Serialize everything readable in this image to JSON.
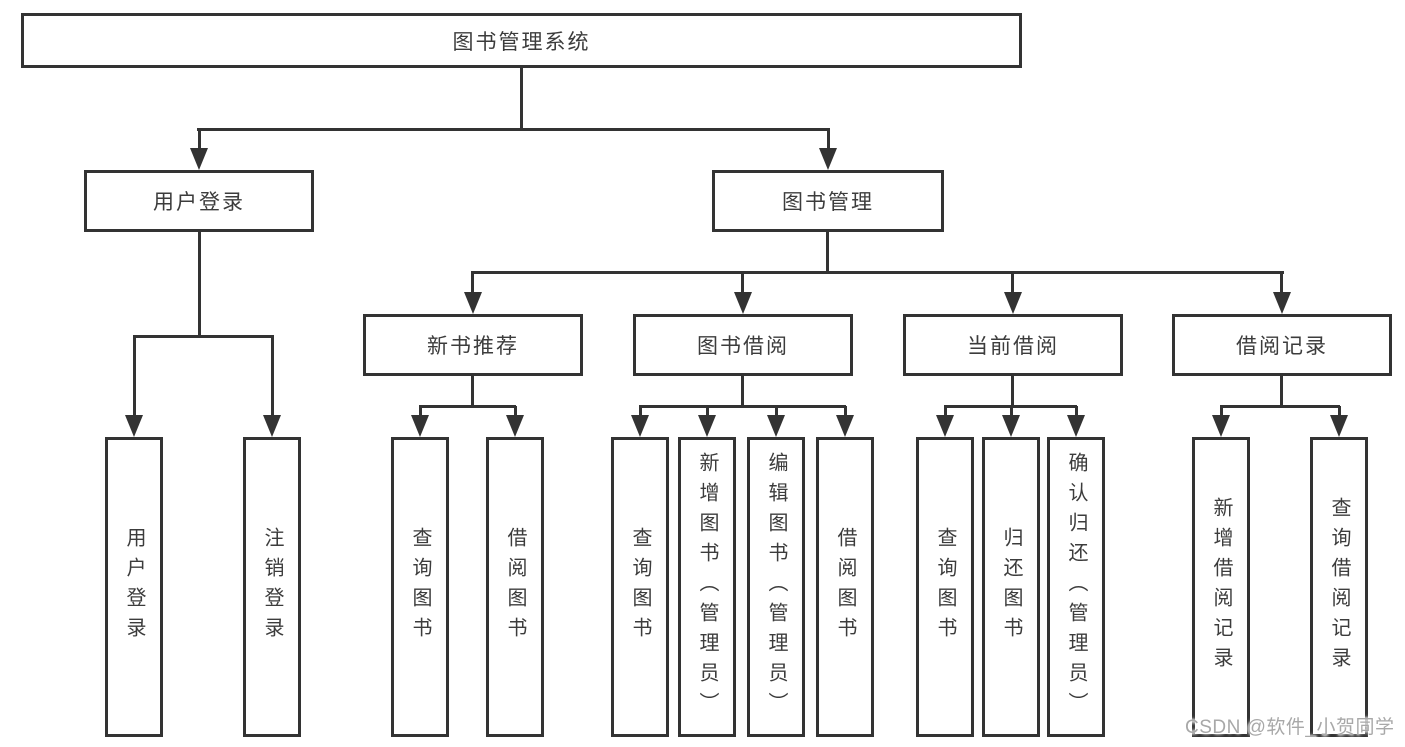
{
  "diagram": {
    "root": {
      "label": "图书管理系统"
    },
    "branches": [
      {
        "label": "用户登录",
        "leaves": [
          {
            "label": "用户登录"
          },
          {
            "label": "注销登录"
          }
        ]
      },
      {
        "label": "图书管理",
        "groups": [
          {
            "label": "新书推荐",
            "leaves": [
              {
                "label": "查询图书"
              },
              {
                "label": "借阅图书"
              }
            ]
          },
          {
            "label": "图书借阅",
            "leaves": [
              {
                "label": "查询图书"
              },
              {
                "label": "新增图书（管理员）"
              },
              {
                "label": "编辑图书（管理员）"
              },
              {
                "label": "借阅图书"
              }
            ]
          },
          {
            "label": "当前借阅",
            "leaves": [
              {
                "label": "查询图书"
              },
              {
                "label": "归还图书"
              },
              {
                "label": "确认归还（管理员）"
              }
            ]
          },
          {
            "label": "借阅记录",
            "leaves": [
              {
                "label": "新增借阅记录"
              },
              {
                "label": "查询借阅记录"
              }
            ]
          }
        ]
      }
    ]
  },
  "watermark": {
    "text": "CSDN @软件_小贺同学"
  },
  "colors": {
    "line": "#333333",
    "text": "#3c3c3c",
    "background": "#ffffff",
    "watermark": "#a8a8a8"
  }
}
